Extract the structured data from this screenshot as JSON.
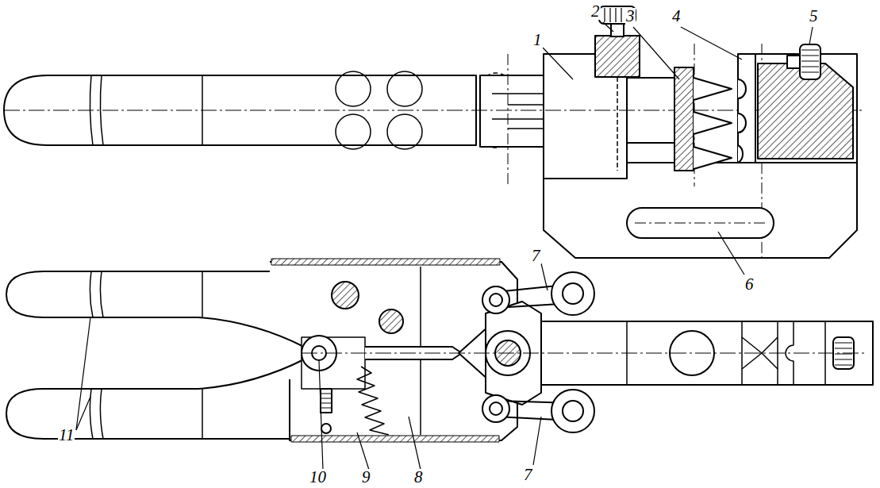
{
  "diagram": {
    "labels": [
      "2",
      "3",
      "4",
      "5",
      "1",
      "6",
      "7",
      "11",
      "7",
      "10",
      "9",
      "8"
    ]
  }
}
